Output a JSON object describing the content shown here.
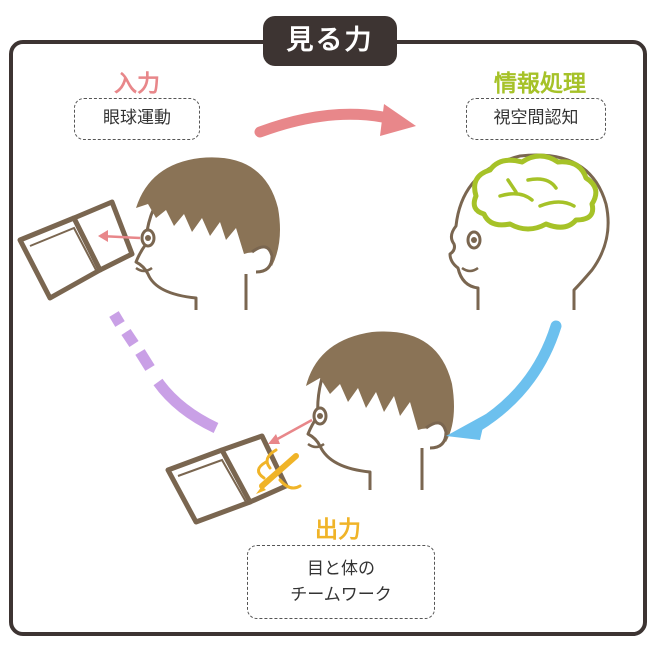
{
  "title": "見る力",
  "stages": {
    "input": {
      "label": "入力",
      "detail": [
        "眼球運動"
      ],
      "color": "#e8878a"
    },
    "process": {
      "label": "情報処理",
      "detail": [
        "視空間認知"
      ],
      "color": "#a6c228"
    },
    "output": {
      "label": "出力",
      "detail": [
        "目と体の",
        "チームワーク"
      ],
      "color": "#f0b428"
    }
  },
  "colors": {
    "frame": "#3d3432",
    "hair": "#8a7356",
    "outline": "#7a6650",
    "arrow_input_process": "#e8878a",
    "arrow_process_output": "#6cc0ee",
    "arrow_output_input": "#c9a0e6"
  },
  "icons": [
    "book-icon",
    "boy-head-icon",
    "brain-icon",
    "pencil-icon"
  ]
}
